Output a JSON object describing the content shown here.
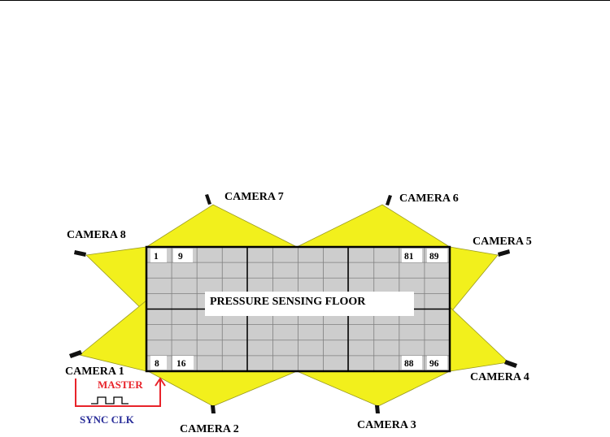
{
  "cameras": [
    {
      "id": "camera-1",
      "label": "CAMERA 1"
    },
    {
      "id": "camera-2",
      "label": "CAMERA 2"
    },
    {
      "id": "camera-3",
      "label": "CAMERA 3"
    },
    {
      "id": "camera-4",
      "label": "CAMERA 4"
    },
    {
      "id": "camera-5",
      "label": "CAMERA 5"
    },
    {
      "id": "camera-6",
      "label": "CAMERA 6"
    },
    {
      "id": "camera-7",
      "label": "CAMERA 7"
    },
    {
      "id": "camera-8",
      "label": "CAMERA 8"
    }
  ],
  "floor": {
    "title": "PRESSURE SENSING FLOOR",
    "corner_numbers": {
      "top_left_1": "1",
      "top_left_2": "9",
      "top_right_1": "81",
      "top_right_2": "89",
      "bottom_left_1": "8",
      "bottom_left_2": "16",
      "bottom_right_1": "88",
      "bottom_right_2": "96"
    }
  },
  "sync": {
    "master_label": "MASTER",
    "clock_label": "SYNC CLK"
  },
  "colors": {
    "field_of_view": "#f2f01c",
    "floor_tile": "#cdcdcd",
    "grid_line": "#7f7f7f",
    "master": "#e8232a",
    "sync_clock": "#2b2f9a",
    "sync_line": "#e8232a"
  }
}
